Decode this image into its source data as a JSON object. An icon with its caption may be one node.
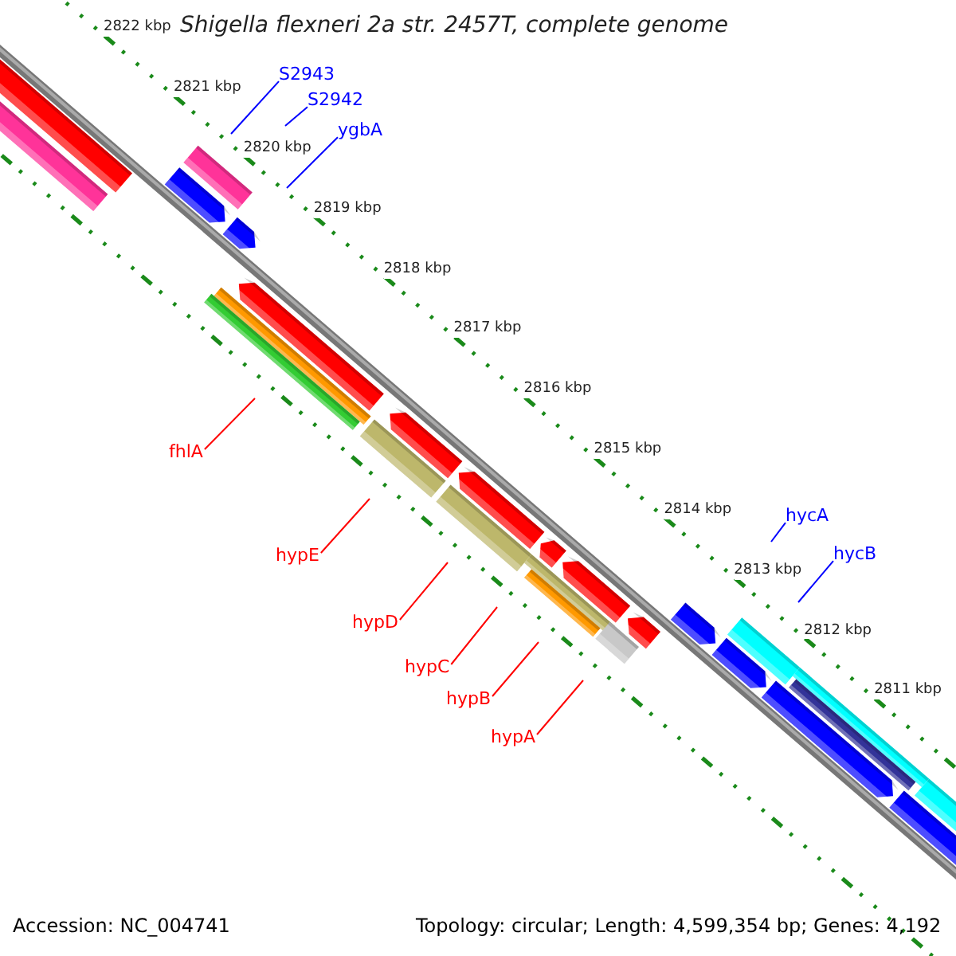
{
  "diagram": {
    "title": "Shigella flexneri 2a str. 2457T, complete genome",
    "nodes": [
      {
        "text": [
          "S2943"
        ]
      },
      {
        "text": [
          "S2942"
        ]
      },
      {
        "text": [
          "ygbA"
        ]
      },
      {
        "text": [
          "fhlA"
        ]
      },
      {
        "text": [
          "hypE"
        ]
      },
      {
        "text": [
          "hypD"
        ]
      },
      {
        "text": [
          "hypC"
        ]
      },
      {
        "text": [
          "hypB"
        ]
      },
      {
        "text": [
          "hypA"
        ]
      },
      {
        "text": [
          "hycA"
        ]
      },
      {
        "text": [
          "hycB"
        ]
      }
    ],
    "edges": [
      {
        "from": 0,
        "to": null,
        "arrow": "none",
        "color": "#0000ff"
      },
      {
        "from": 1,
        "to": null,
        "arrow": "none",
        "color": "#0000ff"
      },
      {
        "from": 2,
        "to": null,
        "arrow": "none",
        "color": "#0000ff"
      },
      {
        "from": 3,
        "to": null,
        "arrow": "none"
      },
      {
        "from": 4,
        "to": null,
        "arrow": "none"
      },
      {
        "from": 5,
        "to": null,
        "arrow": "none"
      },
      {
        "from": 6,
        "to": null,
        "arrow": "none"
      },
      {
        "from": 7,
        "to": null,
        "arrow": "none"
      },
      {
        "from": 8,
        "to": null,
        "arrow": "none"
      },
      {
        "from": 9,
        "to": null,
        "arrow": "none",
        "color": "#0000ff"
      },
      {
        "from": 10,
        "to": null,
        "arrow": "none",
        "color": "#0000ff"
      }
    ],
    "labels": [
      "2822 kbp",
      "2821 kbp",
      "2820 kbp",
      "2819 kbp",
      "2818 kbp",
      "2817 kbp",
      "2816 kbp",
      "2815 kbp",
      "2814 kbp",
      "2813 kbp",
      "2812 kbp",
      "2811 kbp",
      "Accession: NC_004741",
      "Topology: circular; Length: 4,599,354 bp; Genes: 4,192"
    ]
  }
}
